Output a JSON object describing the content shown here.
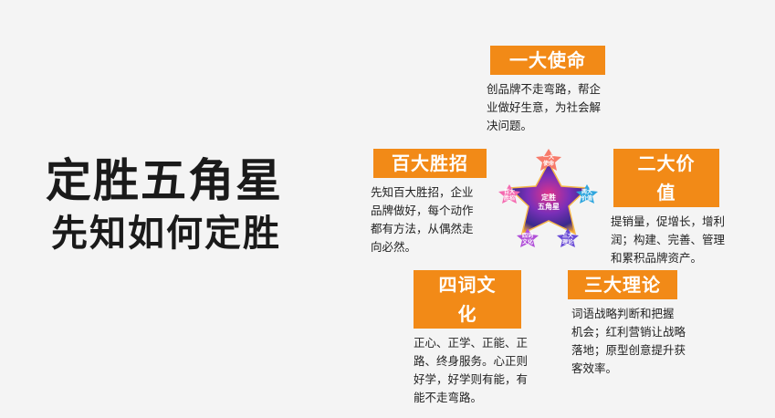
{
  "title": {
    "line1": "定胜五角星",
    "line2": "先知如何定胜"
  },
  "star": {
    "center": "定胜\n五角星",
    "points": [
      "一大\n使命",
      "两大\n价值",
      "三大\n理论",
      "四词\n文化",
      "百大\n胜招"
    ],
    "colors": {
      "top": "#f77a6a",
      "right": "#2fa6de",
      "bottom_right": "#6a4bd6",
      "bottom_left": "#b04fd8",
      "left": "#f46ab0"
    }
  },
  "blocks": [
    {
      "label": "一大使命",
      "text": "创品牌不走弯路，帮企\n业做好生意，为社会解\n决问题。"
    },
    {
      "label": "百大胜招",
      "text": "先知百大胜招，企业\n品牌做好，每个动作\n都有方法，从偶然走\n向必然。"
    },
    {
      "label": "二大价值",
      "text": "提销量，促增长，增利\n润；构建、完善、管理\n和累积品牌资产。"
    },
    {
      "label": "四词文化",
      "text": "正心、正学、正能、正\n路、终身服务。心正则\n好学，好学则有能，有\n能不走弯路。"
    },
    {
      "label": "三大理论",
      "text": "词语战略判断和把握\n机会；红利营销让战略\n落地；原型创意提升获\n客效率。"
    }
  ],
  "accent_color": "#f28a17"
}
